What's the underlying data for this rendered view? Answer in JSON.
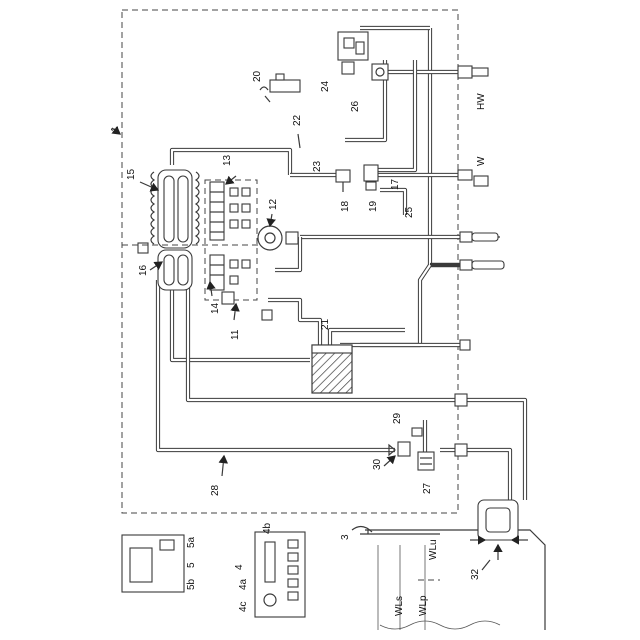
{
  "labels": {
    "system": "1",
    "remote_main": "4",
    "display": "4a",
    "switch": "4b",
    "dial": "4c",
    "remote_bath": "5",
    "rb_display": "5a",
    "rb_button": "5b",
    "bath": "3",
    "burner_housing": "11",
    "fan": "12",
    "burner_upper": "13",
    "burner_lower": "14",
    "hx_primary": "15",
    "hx_secondary": "16",
    "valve_17": "17",
    "valve_18": "18",
    "valve_19": "19",
    "controller": "20",
    "drain_tank": "21",
    "pipe_22": "22",
    "pipe_23": "23",
    "pipe_24": "24",
    "pipe_25": "25",
    "valve_26": "26",
    "pump": "27",
    "pipe_28": "28",
    "sensor_29": "29",
    "valve_30": "30",
    "circulation_adapter": "32",
    "hot_water": "HW",
    "cold_water": "W",
    "wl_s": "WLs",
    "wl_p": "WLp",
    "wl_u": "WLu"
  },
  "colors": {
    "line": "#3a3a3a",
    "background": "#ffffff"
  }
}
